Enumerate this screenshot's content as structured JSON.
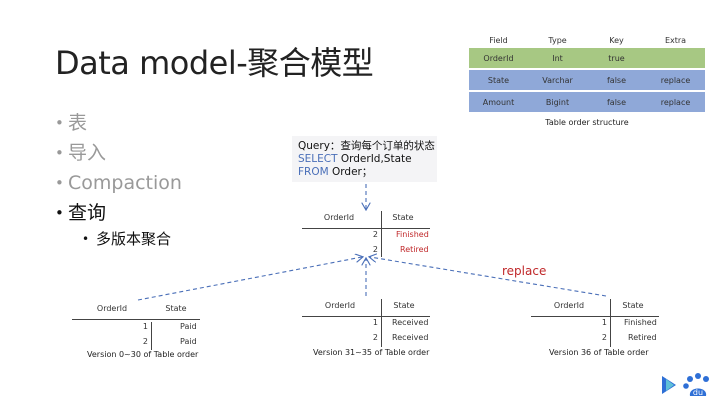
{
  "slide": {
    "title": "Data model-聚合模型",
    "bullets": [
      "表",
      "导入",
      "Compaction",
      "查询"
    ],
    "sub_bullet": "多版本聚合"
  },
  "structure_table": {
    "headers": [
      "Field",
      "Type",
      "Key",
      "Extra"
    ],
    "rows": [
      [
        "OrderId",
        "Int",
        "true",
        ""
      ],
      [
        "State",
        "Varchar",
        "false",
        "replace"
      ],
      [
        "Amount",
        "Bigint",
        "false",
        "replace"
      ]
    ],
    "caption": "Table order structure"
  },
  "query": {
    "label": "Query",
    "comment": "：查询每个订单的状态",
    "select_kw": "SELECT",
    "select_cols": " OrderId,State",
    "from_kw": "FROM",
    "from_table": " Order；"
  },
  "result_table": {
    "headers": [
      "OrderId",
      "State"
    ],
    "rows": [
      [
        "2",
        "Finished"
      ],
      [
        "2",
        "Retired"
      ]
    ]
  },
  "versions": [
    {
      "headers": [
        "OrderId",
        "State"
      ],
      "rows": [
        [
          "1",
          "Paid"
        ],
        [
          "2",
          "Paid"
        ]
      ],
      "caption": "Version 0~30 of Table order"
    },
    {
      "headers": [
        "OrderId",
        "State"
      ],
      "rows": [
        [
          "1",
          "Received"
        ],
        [
          "2",
          "Received"
        ]
      ],
      "caption": "Version 31~35 of Table order"
    },
    {
      "headers": [
        "OrderId",
        "State"
      ],
      "rows": [
        [
          "1",
          "Finished"
        ],
        [
          "2",
          "Retired"
        ]
      ],
      "caption": "Version 36 of Table order"
    }
  ],
  "arrow_label": "replace",
  "colors": {
    "key_row": "#a7c883",
    "value_row": "#8fa8d8",
    "keyword": "#4a6fb8",
    "highlight": "#c0282a",
    "arrow": "#4a6fb8"
  },
  "logo": {
    "icon": "baidu-paw-icon",
    "text": "du"
  }
}
